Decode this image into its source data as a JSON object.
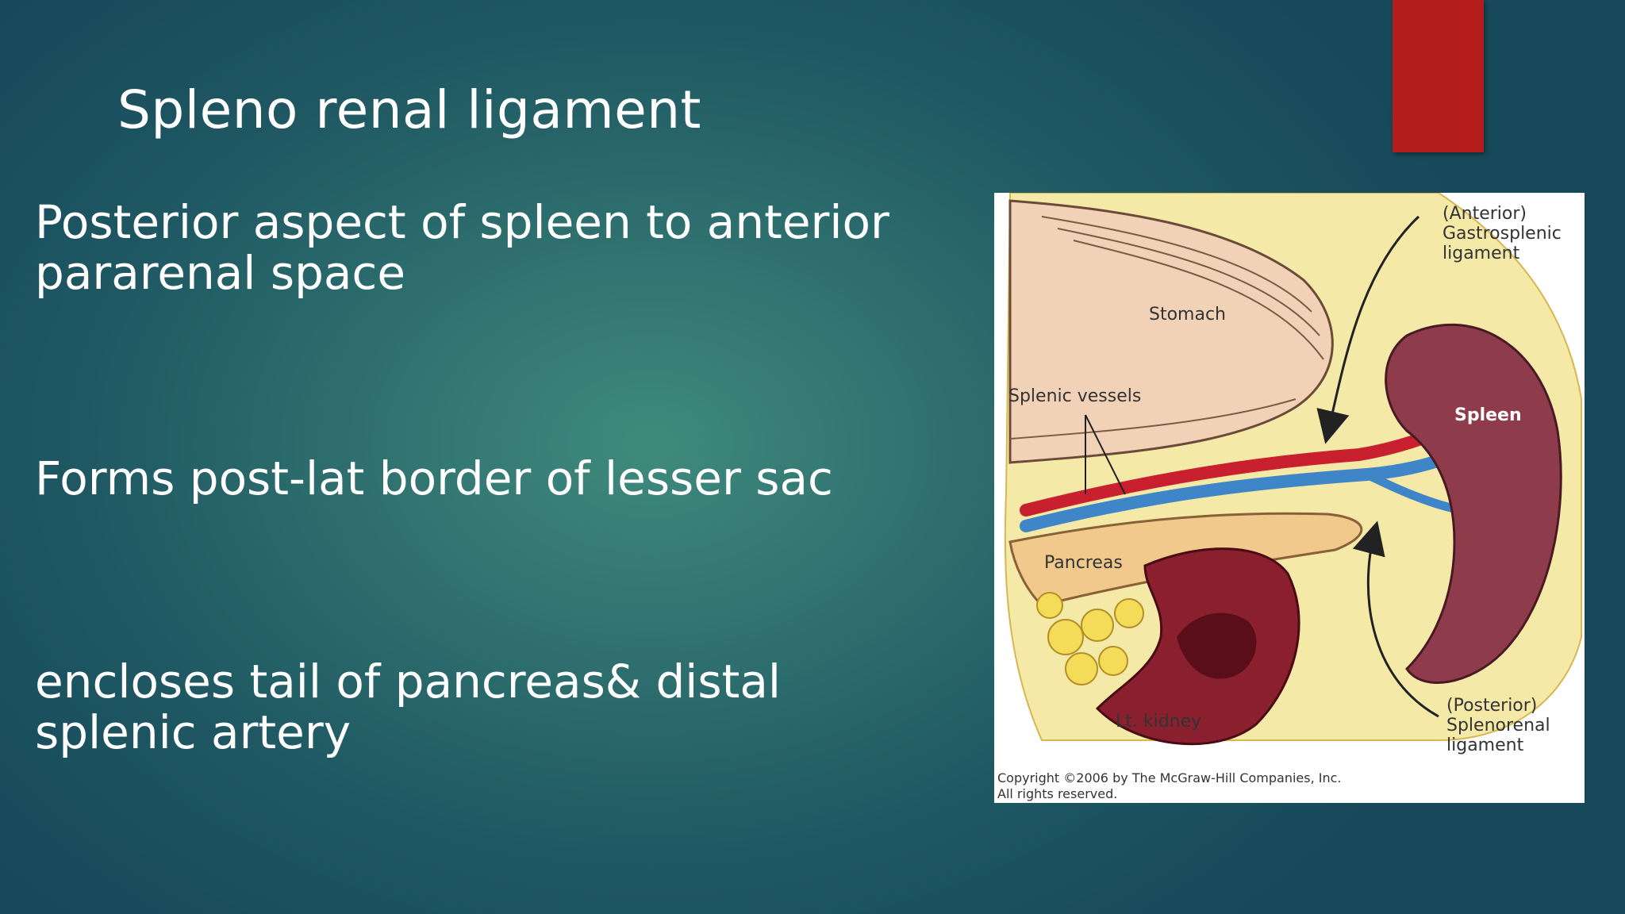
{
  "slide": {
    "title": "Spleno renal ligament",
    "bullets": [
      {
        "line1": "Posterior aspect of spleen to anterior",
        "line2": "pararenal space"
      },
      {
        "line1": "Forms post-lat border of lesser sac",
        "line2": ""
      },
      {
        "line1": "encloses tail of pancreas& distal",
        "line2": "splenic artery"
      }
    ]
  },
  "figure": {
    "labels": {
      "anterior_1": "(Anterior)",
      "anterior_2": "Gastrosplenic",
      "anterior_3": "ligament",
      "stomach": "Stomach",
      "splenic_vessels": "Splenic vessels",
      "spleen": "Spleen",
      "pancreas": "Pancreas",
      "kidney": "Lt. kidney",
      "posterior_1": "(Posterior)",
      "posterior_2": "Splenorenal",
      "posterior_3": "ligament",
      "copyright_1": "Copyright ©2006 by The McGraw-Hill Companies, Inc.",
      "copyright_2": "All rights reserved."
    }
  },
  "colors": {
    "accent": "#b51d1d",
    "background": "#2e6f6e",
    "peritoneum": "#f4e9a6",
    "stomach": "#f2d2b6",
    "spleen": "#8e3b4b",
    "kidney": "#8a1f2e",
    "artery": "#c8202e",
    "vein": "#3f86c8",
    "pancreas": "#f2c98c",
    "fat": "#f4dc58"
  }
}
